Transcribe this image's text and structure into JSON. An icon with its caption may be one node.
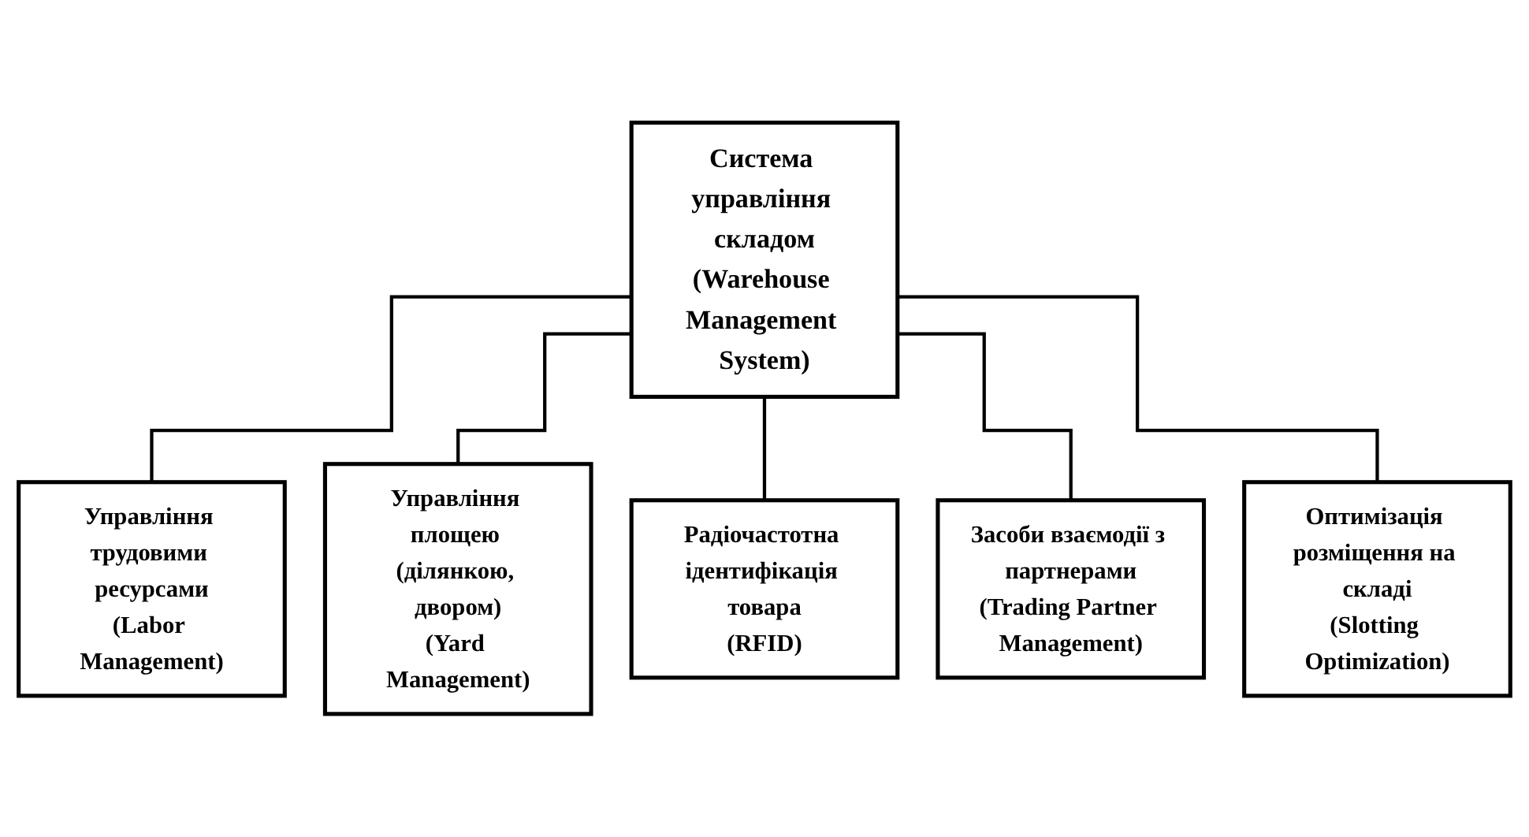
{
  "diagram": {
    "nodes": [
      {
        "text": [
          "Система управління складом",
          "(Warehouse Management System)"
        ]
      },
      {
        "text": [
          "Управління трудовими ресурсами",
          "(Labor Management)"
        ]
      },
      {
        "text": [
          "Управління площею (ділянкою, двором)",
          "(Yard Management)"
        ]
      },
      {
        "text": [
          "Радіочастотна ідентифікація товара",
          "(RFID)"
        ]
      },
      {
        "text": [
          "Засоби взаємодії з партнерами",
          "(Trading Partner Management)"
        ]
      },
      {
        "text": [
          "Оптимізація розміщення на складі",
          "(Slotting Optimization)"
        ]
      }
    ],
    "edges": [
      {
        "from": 0,
        "to": 1,
        "arrow": "none"
      },
      {
        "from": 0,
        "to": 2,
        "arrow": "none"
      },
      {
        "from": 0,
        "to": 3,
        "arrow": "none"
      },
      {
        "from": 0,
        "to": 4,
        "arrow": "none"
      },
      {
        "from": 0,
        "to": 5,
        "arrow": "none"
      }
    ]
  }
}
